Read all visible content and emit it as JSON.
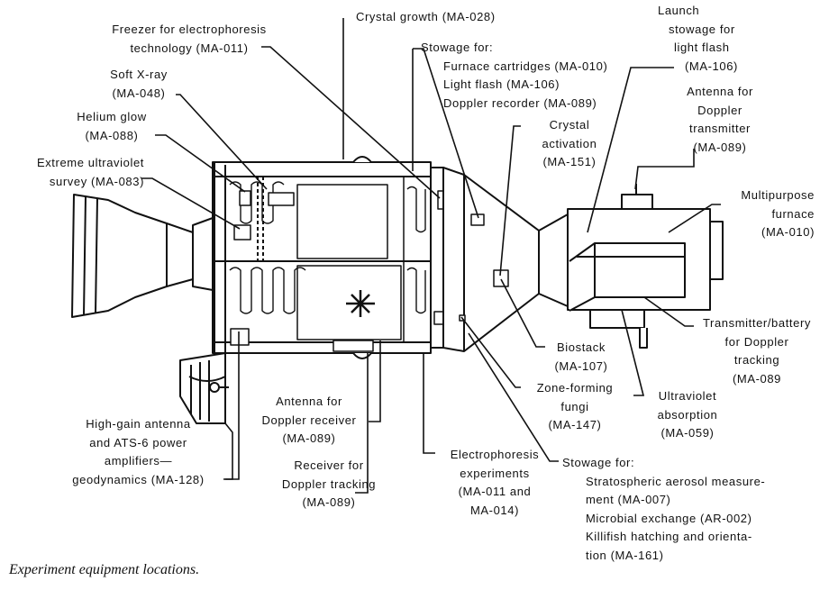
{
  "caption": "Experiment equipment locations.",
  "labels": {
    "freezer": [
      "Freezer for electrophoresis",
      "technology (MA-011)"
    ],
    "crystal_growth": [
      "Crystal growth (MA-028)"
    ],
    "stowage_top": [
      "Stowage for:",
      "Furnace cartridges (MA-010)",
      "Light flash (MA-106)",
      "Doppler recorder (MA-089)"
    ],
    "launch_stowage": [
      "Launch",
      "stowage for",
      "light flash",
      "(MA-106)"
    ],
    "soft_xray": [
      "Soft X-ray",
      "(MA-048)"
    ],
    "antenna_doppler_tx": [
      "Antenna for",
      "Doppler",
      "transmitter",
      "(MA-089)"
    ],
    "helium_glow": [
      "Helium glow",
      "(MA-088)"
    ],
    "crystal_activation": [
      "Crystal",
      "activation",
      "(MA-151)"
    ],
    "euv_survey": [
      "Extreme ultraviolet",
      "survey (MA-083)"
    ],
    "multipurpose_furnace": [
      "Multipurpose",
      "furnace",
      "(MA-010)"
    ],
    "transmitter_battery": [
      "Transmitter/battery",
      "for Doppler",
      "tracking",
      "(MA-089"
    ],
    "biostack": [
      "Biostack",
      "(MA-107)"
    ],
    "zone_forming": [
      "Zone-forming",
      "fungi",
      "(MA-147)"
    ],
    "uv_absorption": [
      "Ultraviolet",
      "absorption",
      "(MA-059)"
    ],
    "antenna_doppler_rx": [
      "Antenna for",
      "Doppler receiver",
      "(MA-089)"
    ],
    "high_gain": [
      "High-gain antenna",
      "and ATS-6 power",
      "amplifiers—",
      "geodynamics (MA-128)"
    ],
    "receiver_doppler": [
      "Receiver for",
      "Doppler tracking",
      "(MA-089)"
    ],
    "electrophoresis": [
      "Electrophoresis",
      "experiments",
      "(MA-011 and",
      "MA-014)"
    ],
    "stowage_bottom": [
      "Stowage for:",
      "Stratospheric aerosol measure-",
      "ment (MA-007)",
      "Microbial exchange (AR-002)",
      "Killifish hatching and orienta-",
      "tion (MA-161)"
    ]
  }
}
